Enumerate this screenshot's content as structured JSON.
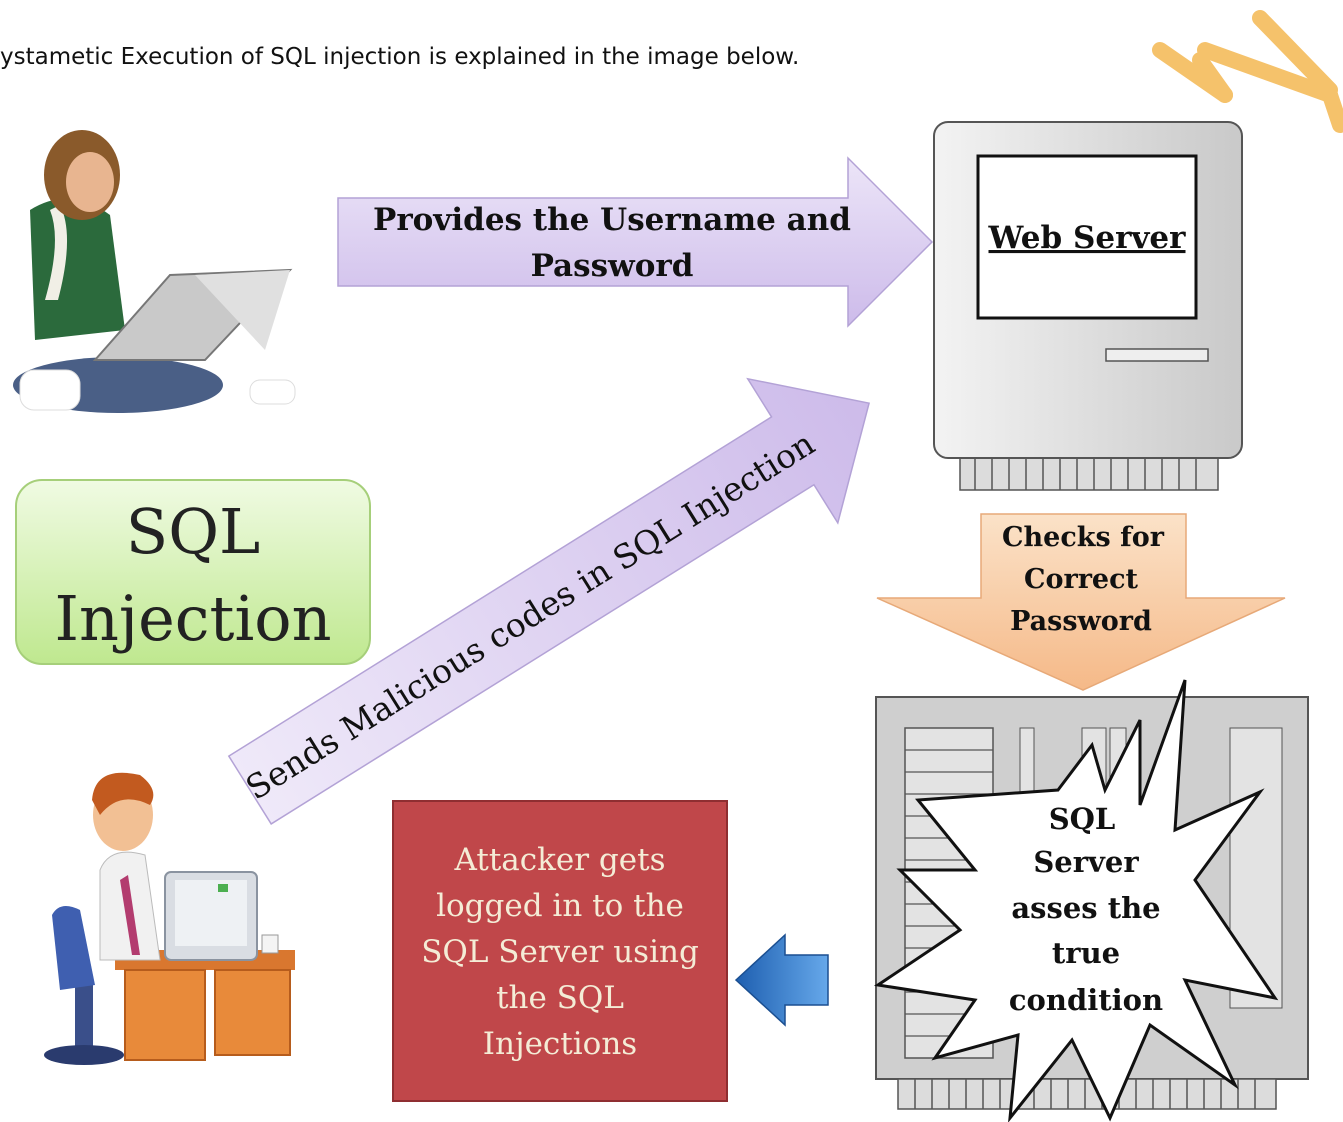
{
  "intro_text": "ystametic Execution of SQL injection is explained in the image below.",
  "title_box": {
    "line1": "SQL",
    "line2": "Injection"
  },
  "web_server_label": "Web  Server",
  "arrow_credentials": {
    "line1": "Provides the Username and",
    "line2": "Password"
  },
  "arrow_malicious": "Sends Malicious codes in SQL Injection",
  "arrow_check": {
    "line1": "Checks for",
    "line2": "Correct",
    "line3": "Password"
  },
  "sql_server_burst": [
    "SQL",
    "Server",
    "asses the",
    "true",
    "condition"
  ],
  "result_box": [
    "Attacker gets",
    "logged in to the",
    "SQL Server using",
    "the SQL",
    "Injections"
  ],
  "colors": {
    "purple_arrow": "#d9cdee",
    "orange_arrow": "#f7c79c",
    "green_box": "#d8f2b6",
    "red_box": "#c0474a",
    "blue_arrow": "#3a7fcb",
    "yellow_arrow": "#f5c26b",
    "server_gray": "#d8d8d8"
  },
  "icons": [
    "user-with-laptop-icon",
    "attacker-at-desk-icon",
    "web-server-computer-icon",
    "sql-server-rack-icon",
    "left-arrow-icon",
    "decorative-arrows-icon"
  ]
}
